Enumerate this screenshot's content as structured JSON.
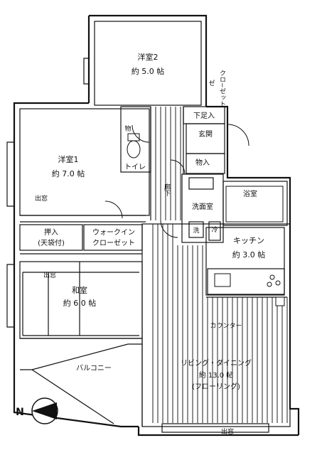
{
  "rooms": {
    "western2": {
      "name": "洋室2",
      "area": "約 5.0 帖"
    },
    "western1": {
      "name": "洋室1",
      "area": "約 7.0 帖"
    },
    "japanese": {
      "name": "和室",
      "area": "約 6.0 帖"
    },
    "kitchen": {
      "name": "キッチン",
      "area": "約 3.0 帖"
    },
    "living": {
      "name": "リビング・ダイニング",
      "area": "約 13.0 帖",
      "note": "(フローリング)"
    }
  },
  "labels": {
    "closet_v": "クロ−ゼット",
    "closet_head": "ゼ",
    "lower_shoe": "下足入",
    "entrance": "玄関",
    "storage_small": "物入",
    "toilet": "トイレ",
    "toilet_top": "物",
    "corridor": "廊下",
    "bath": "浴室",
    "washroom": "洗面室",
    "washer": "洗",
    "refrigerator": "冷",
    "window1": "出窓",
    "window2": "出窓",
    "window3": "出窓",
    "oshiire": "押入",
    "oshiire_sub": "(天袋付)",
    "walkin_1": "ウォークイン",
    "walkin_2": "クローゼット",
    "counter": "カウンター",
    "balcony": "バルコニー",
    "north": "N"
  }
}
